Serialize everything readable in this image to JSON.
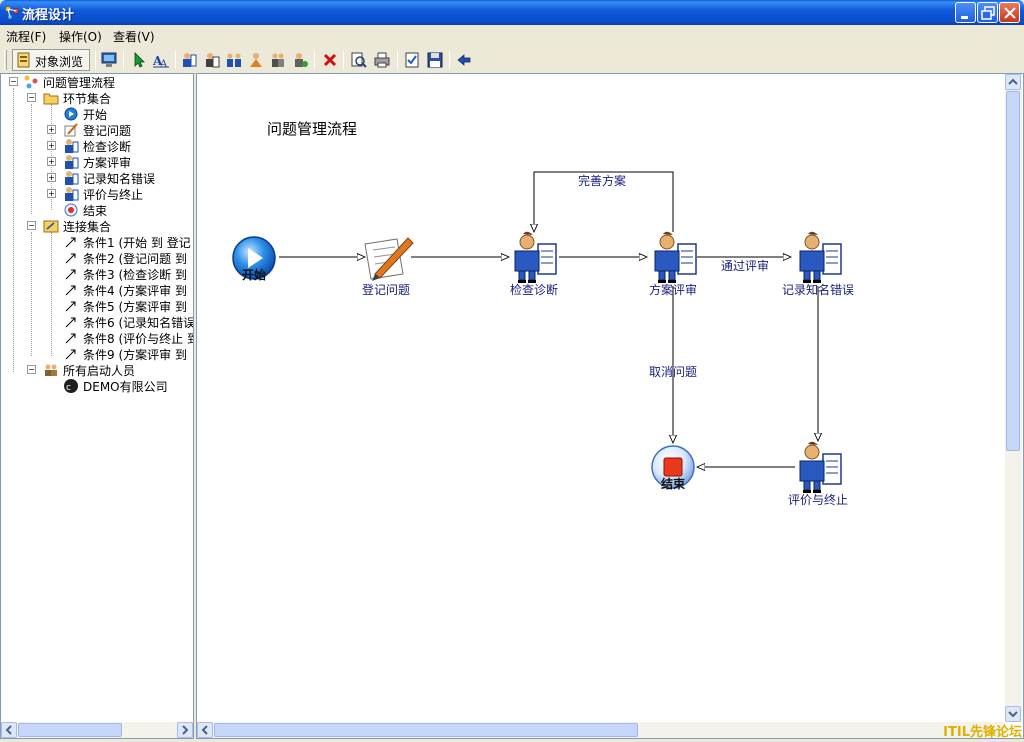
{
  "window": {
    "title": "流程设计"
  },
  "menu": [
    {
      "label": "流程(F)"
    },
    {
      "label": "操作(O)"
    },
    {
      "label": "查看(V)"
    }
  ],
  "toolbar": {
    "browse_label": "对象浏览"
  },
  "tree": {
    "root": "问题管理流程",
    "nodes_group": "环节集合",
    "nodes": [
      "开始",
      "登记问题",
      "检查诊断",
      "方案评审",
      "记录知名错误",
      "评价与终止",
      "结束"
    ],
    "links_group": "连接集合",
    "links": [
      "条件1 (开始 到 登记",
      "条件2 (登记问题 到",
      "条件3 (检查诊断 到",
      "条件4 (方案评审 到",
      "条件5 (方案评审 到",
      "条件6 (记录知名错误",
      "条件8 (评价与终止 到",
      "条件9 (方案评审 到"
    ],
    "starters_group": "所有启动人员",
    "starters": [
      "DEMO有限公司"
    ]
  },
  "canvas": {
    "flow_title": "问题管理流程",
    "start_label": "开始",
    "end_label": "结束",
    "nodes": {
      "register": "登记问题",
      "diagnose": "检查诊断",
      "review": "方案评审",
      "known_error": "记录知名错误",
      "evaluate": "评价与终止"
    },
    "edges": {
      "improve": "完善方案",
      "pass_review": "通过评审",
      "cancel": "取消问题"
    }
  },
  "watermark": "ITIL先锋论坛"
}
